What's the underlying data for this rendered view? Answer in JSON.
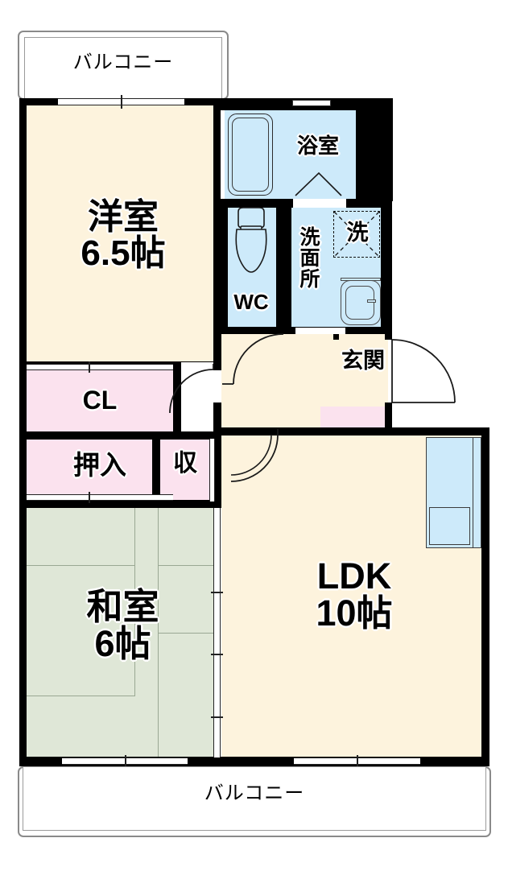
{
  "plan": {
    "title": "Apartment Floor Plan",
    "colors": {
      "room_floor": "#fdf3dd",
      "tatami_floor": "#dfe7d7",
      "closet_floor": "#fbe2ee",
      "water_area": "#cdeafa",
      "wall": "#000000",
      "balcony_border": "#8a8a8a"
    },
    "rooms": [
      {
        "key": "balcony_top",
        "label": "バルコニー"
      },
      {
        "key": "western_room",
        "label": "洋室\n6.5帖"
      },
      {
        "key": "bathroom",
        "label": "浴室"
      },
      {
        "key": "toilet",
        "label": "WC"
      },
      {
        "key": "washroom",
        "label": "洗面所"
      },
      {
        "key": "washer_space",
        "label": "洗"
      },
      {
        "key": "entrance",
        "label": "玄関"
      },
      {
        "key": "closet_cl",
        "label": "CL"
      },
      {
        "key": "closet_oshiire",
        "label": "押入"
      },
      {
        "key": "closet_small",
        "label": "収"
      },
      {
        "key": "japanese_room",
        "label": "和室\n6帖"
      },
      {
        "key": "living",
        "label": "LDK\n10帖"
      },
      {
        "key": "balcony_bottom",
        "label": "バルコニー"
      }
    ],
    "labels": {
      "balcony_top": "バルコニー",
      "western_room": "洋室\n6.5帖",
      "bathroom": "浴室",
      "toilet": "WC",
      "washroom": "洗面所",
      "washer_space": "洗",
      "entrance": "玄関",
      "closet_cl": "CL",
      "closet_oshiire": "押入",
      "closet_small": "収",
      "japanese_room": "和室\n6帖",
      "living": "LDK\n10帖",
      "balcony_bottom": "バルコニー"
    }
  }
}
